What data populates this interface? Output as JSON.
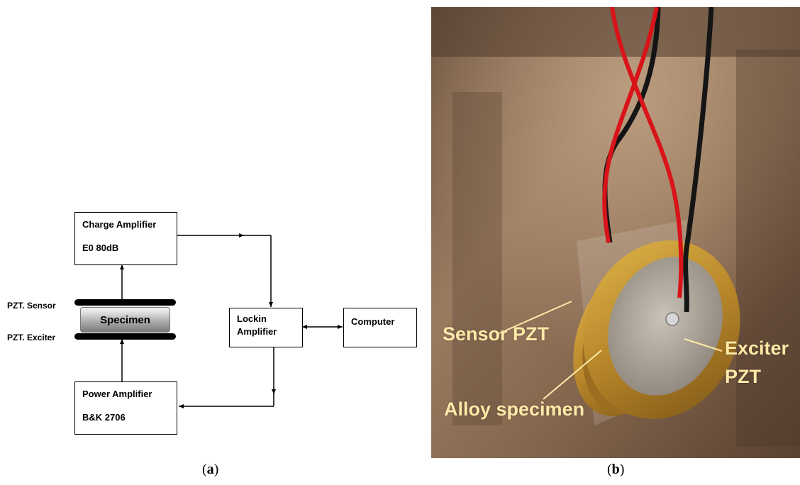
{
  "panel_a": {
    "charge_amp": {
      "line1": "Charge Amplifier",
      "line2": "E0 80dB"
    },
    "power_amp": {
      "line1": "Power Amplifier",
      "line2": "B&K 2706"
    },
    "lockin": {
      "line1": "Lockin",
      "line2": "Amplifier"
    },
    "computer": {
      "label": "Computer"
    },
    "specimen": {
      "label": "Specimen"
    },
    "pzt_sensor": "PZT. Sensor",
    "pzt_exciter": "PZT. Exciter",
    "caption": {
      "open": "(",
      "letter": "a",
      "close": ")"
    }
  },
  "panel_b": {
    "labels": {
      "sensor_pzt": "Sensor PZT",
      "exciter_line1": "Exciter",
      "exciter_line2": "PZT",
      "alloy_specimen": "Alloy specimen"
    },
    "colors": {
      "label_text": "#ffe9a8",
      "wire_red": "#d8141a",
      "wire_black": "#151515",
      "brass_ring": "#c99a2c"
    },
    "caption": {
      "open": "(",
      "letter": "b",
      "close": ")"
    }
  }
}
